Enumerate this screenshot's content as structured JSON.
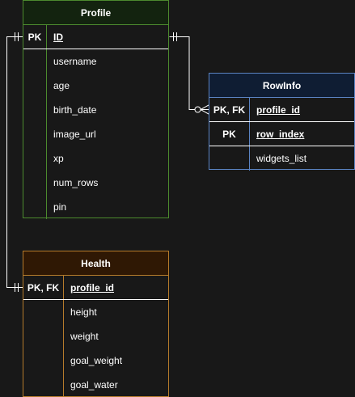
{
  "profile": {
    "title": "Profile",
    "rows": [
      {
        "key": "PK",
        "field": "ID"
      },
      {
        "key": "",
        "field": "username"
      },
      {
        "key": "",
        "field": "age"
      },
      {
        "key": "",
        "field": "birth_date"
      },
      {
        "key": "",
        "field": "image_url"
      },
      {
        "key": "",
        "field": "xp"
      },
      {
        "key": "",
        "field": "num_rows"
      },
      {
        "key": "",
        "field": "pin"
      }
    ]
  },
  "rowinfo": {
    "title": "RowInfo",
    "rows": [
      {
        "key": "PK, FK",
        "field": "profile_id"
      },
      {
        "key": "PK",
        "field": "row_index"
      },
      {
        "key": "",
        "field": "widgets_list"
      }
    ]
  },
  "health": {
    "title": "Health",
    "rows": [
      {
        "key": "PK, FK",
        "field": "profile_id"
      },
      {
        "key": "",
        "field": "height"
      },
      {
        "key": "",
        "field": "weight"
      },
      {
        "key": "",
        "field": "goal_weight"
      },
      {
        "key": "",
        "field": "goal_water"
      }
    ]
  },
  "colors": {
    "background": "#181818",
    "profile_border": "#4c8a2e",
    "rowinfo_border": "#5b84c4",
    "health_border": "#b57b2b",
    "connector": "#ffffff"
  }
}
